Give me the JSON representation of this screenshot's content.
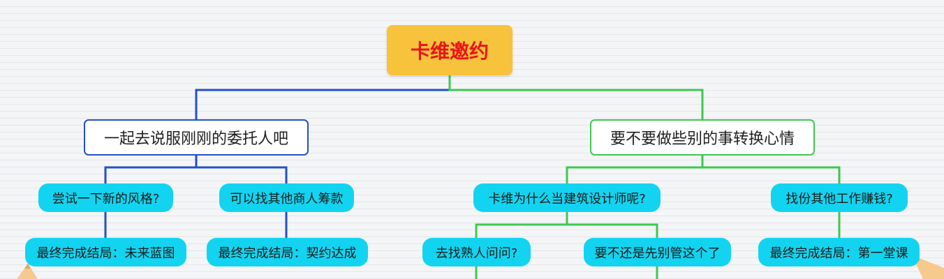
{
  "diagram": {
    "root": "卡维邀约",
    "left_branch": {
      "label": "一起去说服刚刚的委托人吧",
      "children": [
        {
          "label": "尝试一下新的风格?",
          "ending": "最终完成结局：未来蓝图"
        },
        {
          "label": "可以找其他商人筹款",
          "ending": "最终完成结局：契约达成"
        }
      ]
    },
    "right_branch": {
      "label": "要不要做些别的事转换心情",
      "children": [
        {
          "label": "卡维为什么当建筑设计师呢?",
          "options": [
            "去找熟人问问?",
            "要不还是先别管这个了"
          ]
        },
        {
          "label": "找份其他工作赚钱?",
          "ending": "最终完成结局：第一堂课"
        }
      ]
    }
  },
  "colors": {
    "left_line": "#2450c6",
    "right_line": "#3dc94e",
    "root_bg": "#f7c23c",
    "root_text": "#e8141a",
    "pill_bg": "#12d4f0"
  }
}
